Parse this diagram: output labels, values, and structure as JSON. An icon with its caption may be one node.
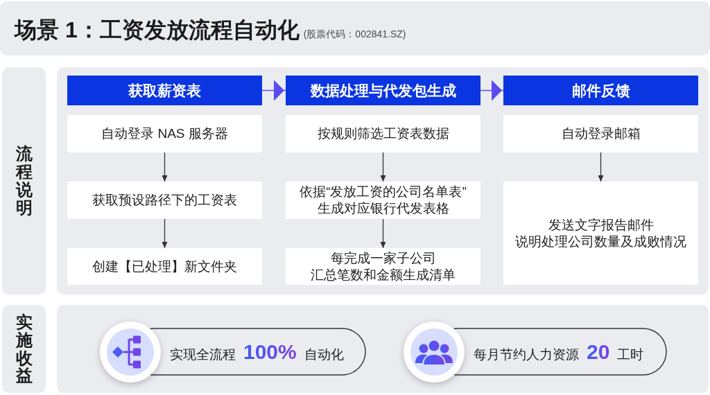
{
  "diagram": {
    "title": "场景 1：工资发放流程自动化",
    "nodes": [
      {
        "text": [
          "流程说明"
        ]
      },
      {
        "text": [],
        "shape": "box"
      },
      {
        "text": [
          "获取薪资表"
        ],
        "in": 1
      },
      {
        "text": [
          "自动登录 NAS 服务器"
        ],
        "in": 1
      },
      {
        "text": [
          "获取预设路径下的工资表"
        ],
        "in": 1
      },
      {
        "text": [
          "创建【已处理】新文件夹"
        ],
        "in": 1
      },
      {
        "text": [
          "数据处理与代发包生成"
        ],
        "in": 1
      },
      {
        "text": [
          "按规则筛选工资表数据"
        ],
        "in": 1
      },
      {
        "text": [
          "依据“发放工资的公司名单表”生成对应银行代发表格"
        ],
        "in": 1
      },
      {
        "text": [
          "每完成一家子公司汇总笔数和金额生成清单"
        ],
        "in": 1
      },
      {
        "text": [
          "邮件反馈"
        ],
        "in": 1
      },
      {
        "text": [
          "自动登录邮箱"
        ],
        "in": 1
      },
      {
        "text": [
          "发送文字报告邮件说明处理公司数量及成败情况"
        ],
        "in": 1
      },
      {
        "text": [
          "实施收益"
        ]
      },
      {
        "text": [],
        "shape": "box"
      },
      {
        "text": [
          "实现全流程 **100%** 自动化"
        ],
        "in": 14
      },
      {
        "text": [
          "每月节约人力资源 **20** 工时"
        ],
        "in": 14
      }
    ],
    "edges": [
      {
        "from": 2,
        "to": 6,
        "arrow": "to",
        "color": "#5a4cf0"
      },
      {
        "from": 6,
        "to": 10,
        "arrow": "to",
        "color": "#5a4cf0"
      },
      {
        "from": 3,
        "to": 4,
        "arrow": "to"
      },
      {
        "from": 4,
        "to": 5,
        "arrow": "to"
      },
      {
        "from": 7,
        "to": 8,
        "arrow": "to"
      },
      {
        "from": 8,
        "to": 9,
        "arrow": "to"
      },
      {
        "from": 11,
        "to": 12,
        "arrow": "to"
      }
    ],
    "labels": [
      "(股票代码：002841.SZ)"
    ]
  }
}
